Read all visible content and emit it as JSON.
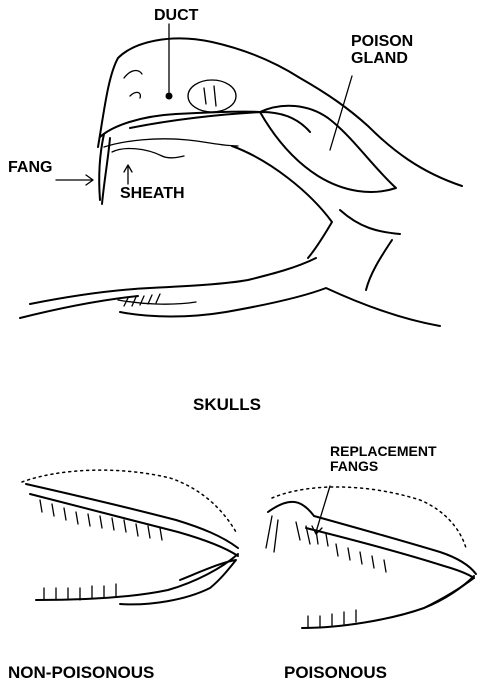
{
  "labels": {
    "duct": "DUCT",
    "poison_gland_line1": "POISON",
    "poison_gland_line2": "GLAND",
    "fang": "FANG",
    "sheath": "SHEATH",
    "skulls": "SKULLS",
    "replacement_fangs_line1": "REPLACEMENT",
    "replacement_fangs_line2": "FANGS",
    "non_poisonous": "NON-POISONOUS",
    "poisonous": "POISONOUS"
  },
  "colors": {
    "ink": "#000000",
    "background": "#ffffff"
  }
}
